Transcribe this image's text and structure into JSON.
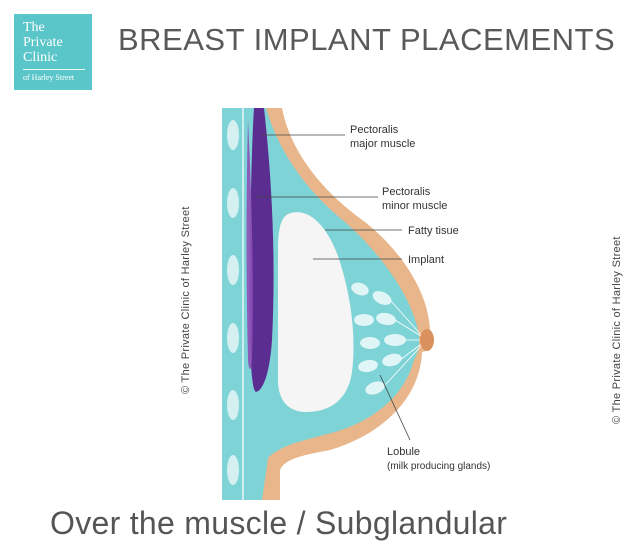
{
  "logo": {
    "line1": "The",
    "line2": "Private",
    "line3": "Clinic",
    "line4": "of Harley Street"
  },
  "title": "BREAST IMPLANT PLACEMENTS",
  "caption": "Over the muscle / Subglandular",
  "copyright_left": "© The Private Clinic of Harley Street",
  "copyright_right": "© The Private Clinic of Harley Street",
  "labels": {
    "pec_major_1": "Pectoralis",
    "pec_major_2": "major muscle",
    "pec_minor_1": "Pectoralis",
    "pec_minor_2": "minor muscle",
    "fatty": "Fatty tisue",
    "implant": "Implant",
    "lobule_1": "Lobule",
    "lobule_2": "(milk producing glands)"
  },
  "colors": {
    "brand_teal": "#5bc6c9",
    "tissue": "#7dd3d6",
    "skin": "#e8b68a",
    "muscle": "#5b2d91",
    "implant": "#f5f5f5"
  }
}
